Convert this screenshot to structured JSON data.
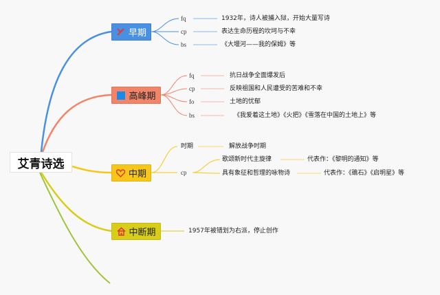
{
  "root": {
    "label": "艾青诗选"
  },
  "branches": [
    {
      "label": "早期",
      "icon": "tools-icon",
      "color": "#4a90e2",
      "rows": [
        {
          "key": "fq",
          "text": "1932年，诗人被捕入狱，开始大量写诗"
        },
        {
          "key": "cp",
          "text": "表达生命历程的坎坷与不幸"
        },
        {
          "key": "bs",
          "text": "《大堰河——我的保姆》等"
        }
      ]
    },
    {
      "label": "高峰期",
      "icon": "square-icon",
      "color": "#f0856a",
      "rows": [
        {
          "key": "fq",
          "text": "抗日战争全面爆发后"
        },
        {
          "key": "cp",
          "text": "反映祖国和人民遭受的苦难和不幸"
        },
        {
          "key": "fo",
          "text": "土地的忧郁"
        },
        {
          "key": "bs",
          "text": "《我爱着这土地》《火把》《雪落在中国的土地上》等"
        }
      ]
    },
    {
      "label": "中期",
      "icon": "heart-icon",
      "color": "#f6c71a",
      "rows": [
        {
          "key": "时期",
          "text": "解放战争时期"
        },
        {
          "key": "cp",
          "items": [
            {
              "text": "歌颂新时代主旋律",
              "detail": "代表作：《黎明的通知》等"
            },
            {
              "text": "具有象征和哲理的咏物诗",
              "detail": "代表作：《礁石》《启明星》等"
            }
          ]
        }
      ]
    },
    {
      "label": "中断期",
      "icon": "house-icon",
      "color": "#d8cd18",
      "rows": [
        {
          "text": "1957年被错划为右派，停止创作"
        }
      ]
    }
  ]
}
